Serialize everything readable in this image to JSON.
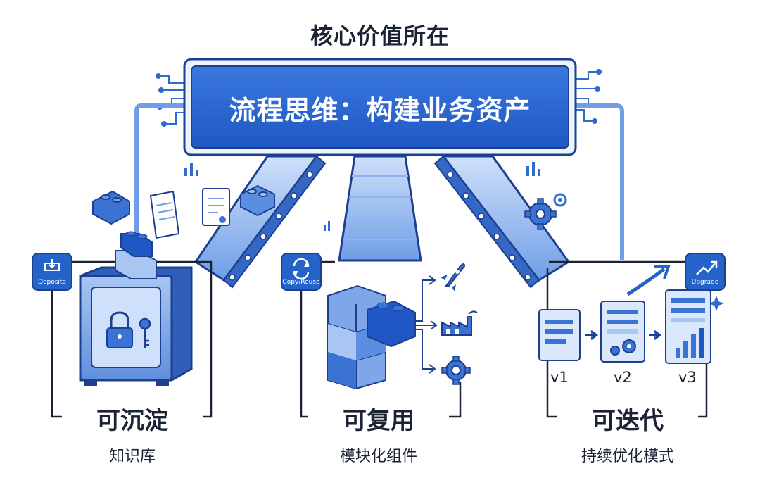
{
  "title": "核心价值所在",
  "banner": "流程思维：构建业务资产",
  "colors": {
    "primary": "#2563c9",
    "dark": "#1d3f8f",
    "light": "#dbe8fb",
    "mid": "#7ea6e8",
    "text": "#1a2233"
  },
  "columns": [
    {
      "title": "可沉淀",
      "subtitle": "知识库",
      "badge": "Deposite",
      "badge_icon": "inbox-download-icon",
      "illustration": "safe-vault-icon"
    },
    {
      "title": "可复用",
      "subtitle": "模块化组件",
      "badge": "Copy/Reuse",
      "badge_icon": "refresh-icon",
      "illustration": "building-blocks-icon",
      "outputs": [
        "rocket-icon",
        "factory-icon",
        "gear-icon"
      ]
    },
    {
      "title": "可迭代",
      "subtitle": "持续优化模式",
      "badge": "Upgrade",
      "badge_icon": "trend-up-icon",
      "illustration": "version-documents-icon",
      "versions": [
        "v1",
        "v2",
        "v3"
      ]
    }
  ]
}
